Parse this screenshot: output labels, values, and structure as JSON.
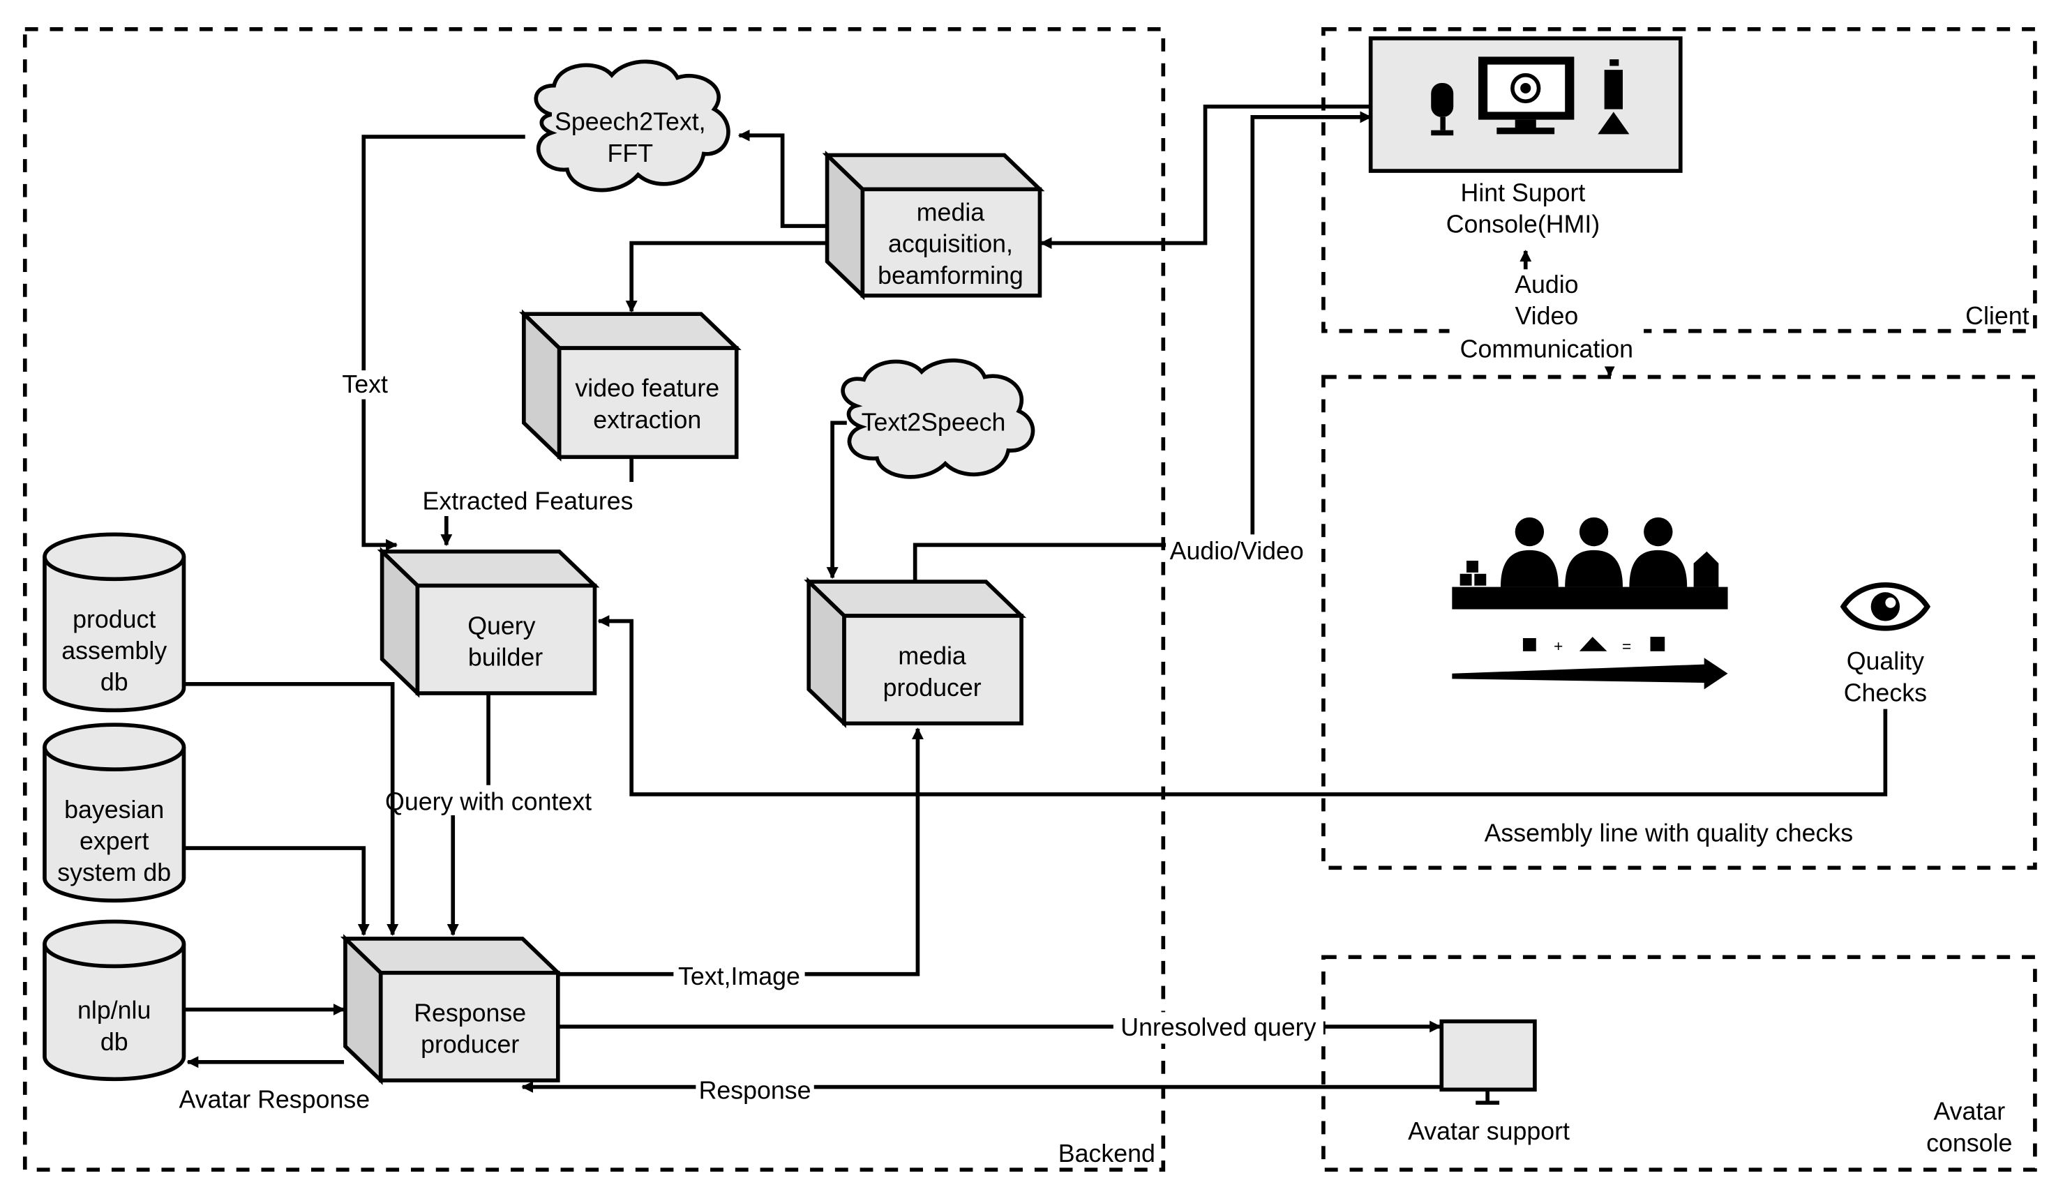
{
  "zones": {
    "backend": "Backend",
    "client": "Client",
    "assembly": "Assembly line with quality checks",
    "avatar_console_1": "Avatar",
    "avatar_console_2": "console"
  },
  "nodes": {
    "speech2text": [
      "Speech2Text,",
      "FFT"
    ],
    "media_acquisition": [
      "media",
      "acquisition,",
      "beamforming"
    ],
    "video_feature": [
      "video feature",
      "extraction"
    ],
    "text2speech": [
      "Text2Speech"
    ],
    "query_builder": [
      "Query",
      "builder"
    ],
    "media_producer": [
      "media",
      "producer"
    ],
    "response_producer": [
      "Response",
      "producer"
    ],
    "product_db": [
      "product",
      "assembly",
      "db"
    ],
    "bayesian_db": [
      "bayesian",
      "expert",
      "system db"
    ],
    "nlp_db": [
      "nlp/nlu",
      "db"
    ],
    "hmi": [
      "Hint Suport",
      "Console(HMI)"
    ],
    "audio_video_comm": [
      "Audio",
      "Video",
      "Communication"
    ],
    "quality_checks": [
      "Quality",
      "Checks"
    ],
    "avatar_support": "Avatar support"
  },
  "edges": {
    "text": "Text",
    "extracted_features": "Extracted Features",
    "query_with_context": "Query with context",
    "text_image": "Text,Image",
    "audio_video": "Audio/Video",
    "unresolved_query": "Unresolved query",
    "response": "Response",
    "avatar_response": "Avatar Response"
  },
  "icons": [
    "microphone-icon",
    "monitor-icon",
    "speaker-icon",
    "workers-icon",
    "assembly-arrow-icon",
    "eye-icon",
    "avatar-monitor-icon"
  ]
}
